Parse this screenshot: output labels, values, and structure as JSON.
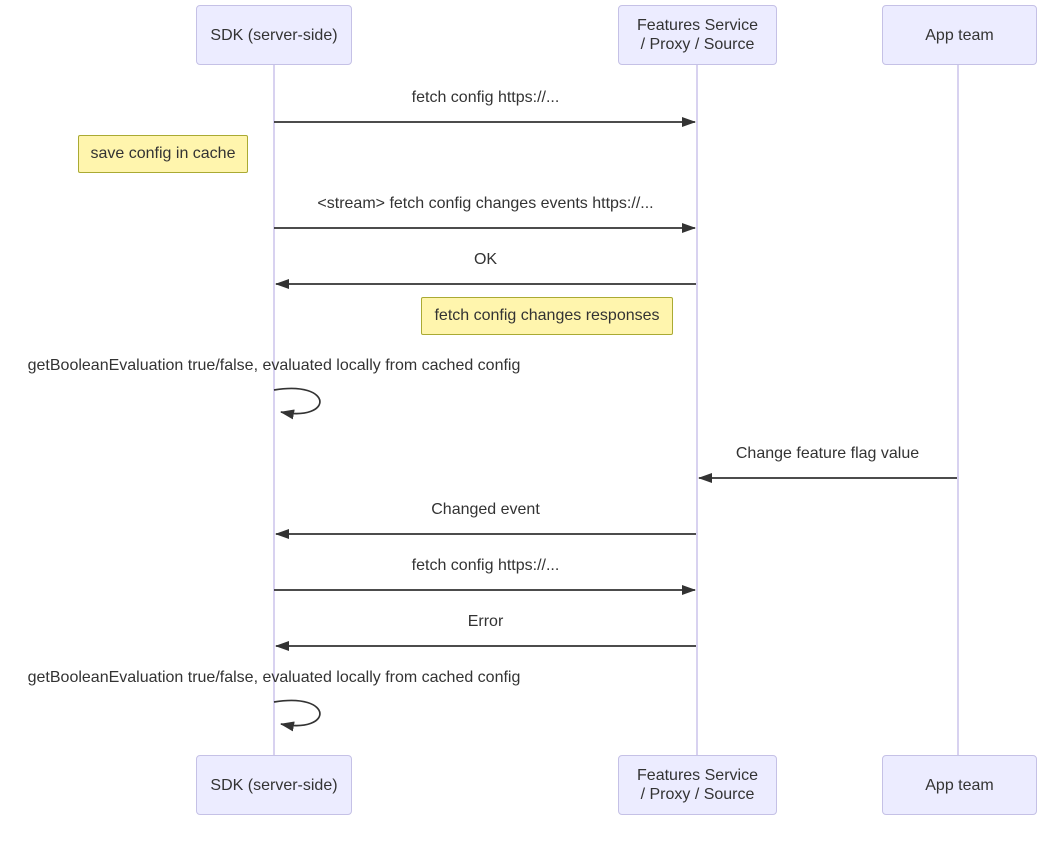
{
  "diagram_type": "sequence-diagram",
  "colors": {
    "background": "#FFFFFF",
    "actor_fill": "#ECECFF",
    "actor_border": "#C5C1E6",
    "lifeline": "#D8D2F0",
    "message_line": "#333333",
    "text": "#333333",
    "note_fill": "#FFF5AD",
    "note_border": "#AAAA33"
  },
  "actors": [
    {
      "id": "sdk",
      "label": "SDK (server-side)",
      "lines": [
        "SDK (server-side)"
      ]
    },
    {
      "id": "features-service",
      "label": "Features Service / Proxy / Source",
      "lines": [
        "Features Service",
        "/ Proxy / Source"
      ]
    },
    {
      "id": "app-team",
      "label": "App team",
      "lines": [
        "App team"
      ]
    }
  ],
  "events": [
    {
      "kind": "message",
      "from": "sdk",
      "to": "features-service",
      "direction": "right",
      "text": "fetch config https://..."
    },
    {
      "kind": "note",
      "position": "left of sdk",
      "text": "save config in cache"
    },
    {
      "kind": "message",
      "from": "sdk",
      "to": "features-service",
      "direction": "right",
      "text": "<stream> fetch config changes events https://..."
    },
    {
      "kind": "message",
      "from": "features-service",
      "to": "sdk",
      "direction": "left",
      "text": "OK"
    },
    {
      "kind": "note",
      "position": "left of features-service",
      "text": "fetch config changes responses"
    },
    {
      "kind": "self-message",
      "actor": "sdk",
      "text": "getBooleanEvaluation true/false, evaluated locally from cached config"
    },
    {
      "kind": "message",
      "from": "app-team",
      "to": "features-service",
      "direction": "left",
      "text": "Change feature flag value"
    },
    {
      "kind": "message",
      "from": "features-service",
      "to": "sdk",
      "direction": "left",
      "text": "Changed event"
    },
    {
      "kind": "message",
      "from": "sdk",
      "to": "features-service",
      "direction": "right",
      "text": "fetch config https://..."
    },
    {
      "kind": "message",
      "from": "features-service",
      "to": "sdk",
      "direction": "left",
      "text": "Error"
    },
    {
      "kind": "self-message",
      "actor": "sdk",
      "text": "getBooleanEvaluation true/false, evaluated locally from cached config"
    }
  ]
}
